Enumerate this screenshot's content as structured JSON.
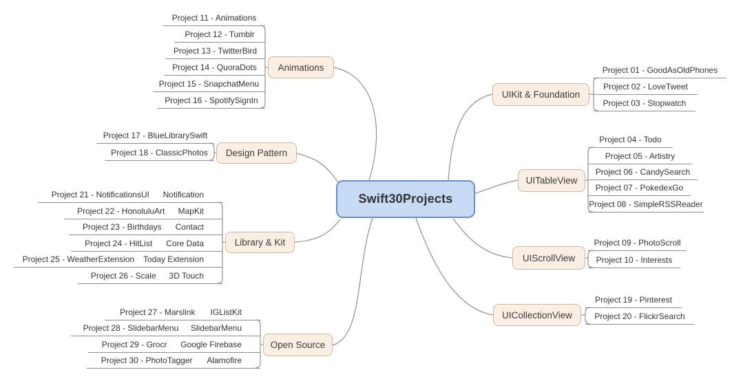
{
  "center": {
    "label": "Swift30Projects"
  },
  "colors": {
    "center_fill": "#c7daf4",
    "center_border": "#6d8bc5",
    "category_fill": "#fbeee2",
    "category_border": "#c9b6a3",
    "line": "#8f8f8f",
    "text": "#333333"
  },
  "branches": [
    {
      "label": "Animations",
      "side": "left",
      "children": [
        {
          "label": "Project 11 - Animations"
        },
        {
          "label": "Project 12 - Tumblr"
        },
        {
          "label": "Project 13 - TwitterBird"
        },
        {
          "label": "Project 14 - QuoraDots"
        },
        {
          "label": "Project 15 - SnapchatMenu"
        },
        {
          "label": "Project 16 - SpotifySignIn"
        }
      ]
    },
    {
      "label": "Design Pattern",
      "side": "left",
      "children": [
        {
          "label": "Project 17 - BlueLibrarySwift"
        },
        {
          "label": "Project 18 - ClassicPhotos"
        }
      ]
    },
    {
      "label": "Library & Kit",
      "side": "left",
      "children": [
        {
          "label": "Project 21 - NotificationsUI",
          "tag": "Notification"
        },
        {
          "label": "Project 22 - HonoluluArt",
          "tag": "MapKit"
        },
        {
          "label": "Project 23 - Birthdays",
          "tag": "Contact"
        },
        {
          "label": "Project 24 - HitList",
          "tag": "Core Data"
        },
        {
          "label": "Project 25 - WeatherExtension",
          "tag": "Today Extension"
        },
        {
          "label": "Project 26 - Scale",
          "tag": "3D Touch"
        }
      ]
    },
    {
      "label": "Open Source",
      "side": "left",
      "children": [
        {
          "label": "Project 27 - Marslink",
          "tag": "IGListKit"
        },
        {
          "label": "Project 28 - SlidebarMenu",
          "tag": "SlidebarMenu"
        },
        {
          "label": "Project 29 - Grocr",
          "tag": "Google Firebase"
        },
        {
          "label": "Project 30 - PhotoTagger",
          "tag": "Alamofire"
        }
      ]
    },
    {
      "label": "UIKit & Foundation",
      "side": "right",
      "children": [
        {
          "label": "Project 01 - GoodAsOldPhones"
        },
        {
          "label": "Project 02 - LoveTweet"
        },
        {
          "label": "Project 03 - Stopwatch"
        }
      ]
    },
    {
      "label": "UITableView",
      "side": "right",
      "children": [
        {
          "label": "Project 04 - Todo"
        },
        {
          "label": "Project 05 - Artistry"
        },
        {
          "label": "Project 06 - CandySearch"
        },
        {
          "label": "Project 07 - PokedexGo"
        },
        {
          "label": "Project 08 - SimpleRSSReader"
        }
      ]
    },
    {
      "label": "UIScrollView",
      "side": "right",
      "children": [
        {
          "label": "Project 09 - PhotoScroll"
        },
        {
          "label": "Project 10 - Interests"
        }
      ]
    },
    {
      "label": "UICollectionView",
      "side": "right",
      "children": [
        {
          "label": "Project 19 - Pinterest"
        },
        {
          "label": "Project 20 - FlickrSearch"
        }
      ]
    }
  ]
}
